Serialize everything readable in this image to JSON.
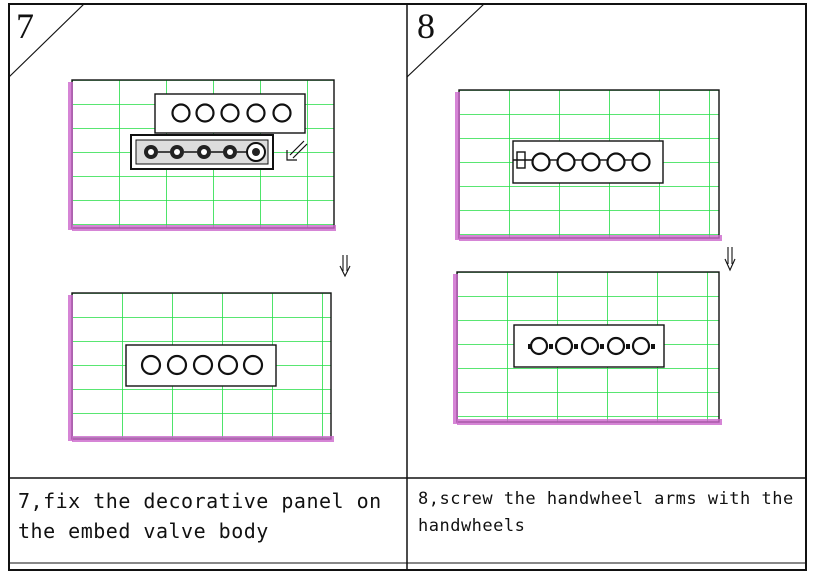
{
  "steps": [
    {
      "number": "7",
      "caption_line1": "7,fix the decorative panel on",
      "caption_line2": "the embed valve body"
    },
    {
      "number": "8",
      "caption_line1": "8,screw the handwheel arms with the",
      "caption_line2": "handwheels"
    }
  ],
  "colors": {
    "grid": "#22dd44",
    "ground": "#cc66cc",
    "ink": "#111111"
  },
  "icons": [
    "down-arrow-icon",
    "diagonal-arrow-icon"
  ]
}
